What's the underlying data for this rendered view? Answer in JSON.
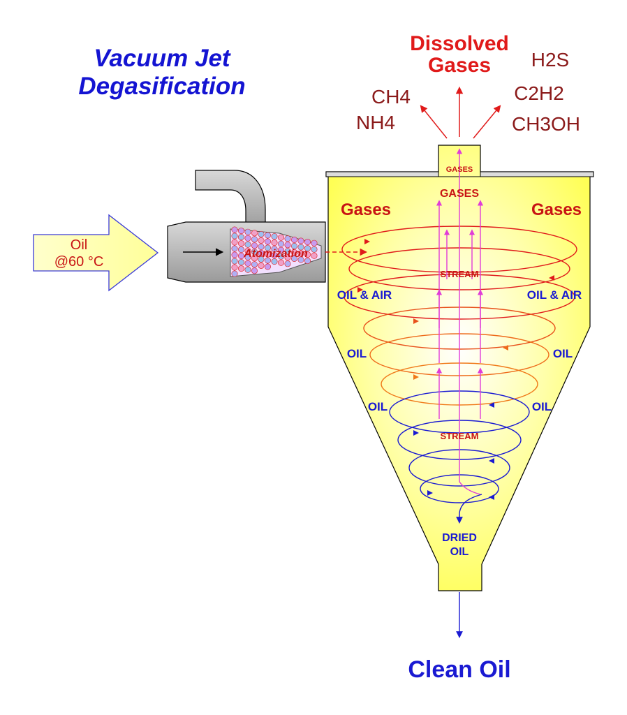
{
  "title": {
    "line1": "Vacuum Jet",
    "line2": "Degasification"
  },
  "outlet": {
    "header_line1": "Dissolved",
    "header_line2": "Gases",
    "gases": [
      "CH4",
      "NH4",
      "H2S",
      "C2H2",
      "CH3OH"
    ]
  },
  "inlet": {
    "line1": "Oil",
    "line2": "@60 °C",
    "nozzle_label": "Atomization"
  },
  "vessel": {
    "neck_label": "GASES",
    "top_label": "GASES",
    "side_left": "Gases",
    "side_right": "Gases",
    "stream_upper": "STREAM",
    "oil_air_left": "OIL & AIR",
    "oil_air_right": "OIL & AIR",
    "oil_left_1": "OIL",
    "oil_right_1": "OIL",
    "oil_left_2": "OIL",
    "oil_right_2": "OIL",
    "stream_lower": "STREAM",
    "dried_line1": "DRIED",
    "dried_line2": "OIL"
  },
  "output": {
    "label": "Clean Oil"
  },
  "colors": {
    "title": "#1414d2",
    "dissolved_header": "#e01a1a",
    "gas_names": "#8b1a1a",
    "fluid_fill": "#ffff66",
    "gas_flow": "#e03cd8",
    "oil_flow": "#1a1ad2"
  }
}
